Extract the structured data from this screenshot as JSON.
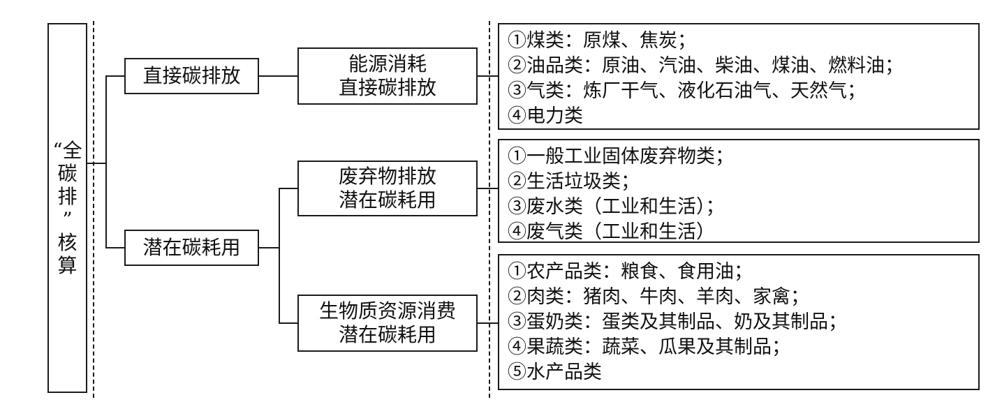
{
  "root": {
    "lines": [
      "“全",
      "碳",
      "排",
      "”",
      "核",
      "算"
    ]
  },
  "level1": {
    "direct": "直接碳排放",
    "potential": "潜在碳耗用"
  },
  "level2": {
    "energy": [
      "能源消耗",
      "直接碳排放"
    ],
    "waste": [
      "废弃物排放",
      "潜在碳耗用"
    ],
    "biomass": [
      "生物质资源消费",
      "潜在碳耗用"
    ]
  },
  "details": {
    "energy": [
      "①煤类：原煤、焦炭；",
      "②油品类：原油、汽油、柴油、煤油、燃料油；",
      "③气类：炼厂干气、液化石油气、天然气；",
      "④电力类"
    ],
    "waste": [
      "①一般工业固体废弃物类；",
      "②生活垃圾类；",
      "③废水类（工业和生活）；",
      "④废气类（工业和生活）"
    ],
    "biomass": [
      "①农产品类：粮食、食用油；",
      "②肉类：猪肉、牛肉、羊肉、家禽；",
      "③蛋奶类：蛋类及其制品、奶及其制品；",
      "④果蔬类：蔬菜、瓜果及其制品；",
      "⑤水产品类"
    ]
  }
}
